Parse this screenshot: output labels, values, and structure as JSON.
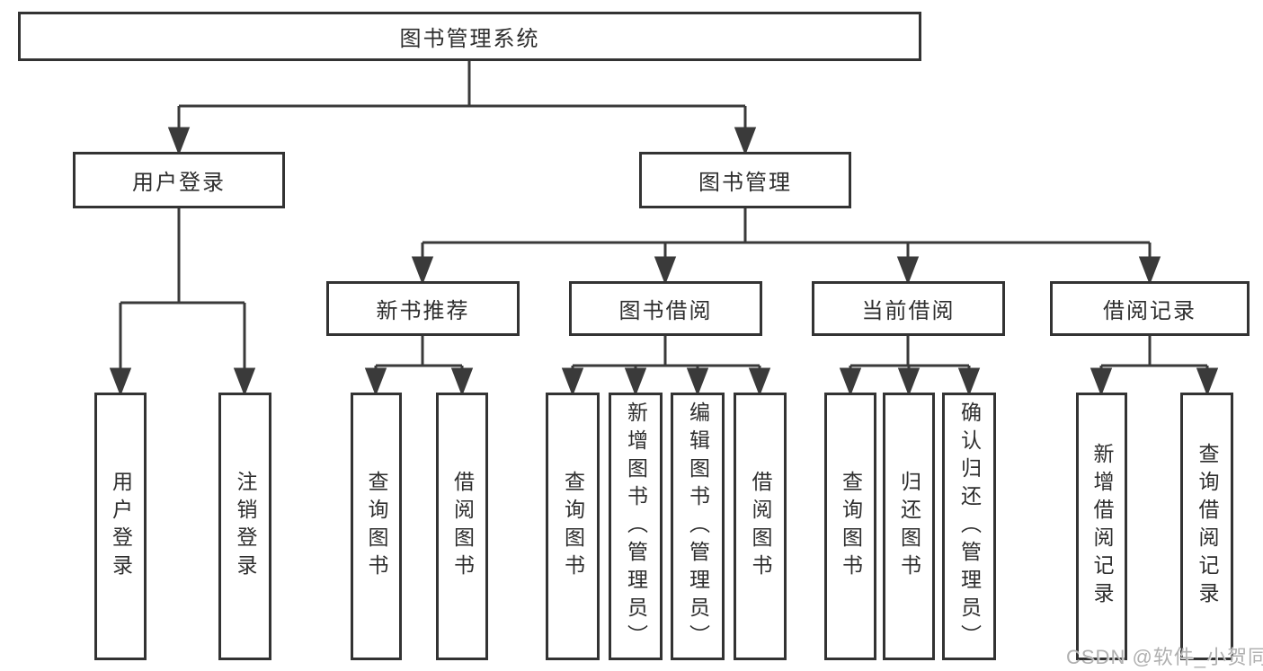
{
  "diagram": {
    "root": {
      "label": "图书管理系统"
    },
    "level2": [
      {
        "label": "用户登录"
      },
      {
        "label": "图书管理"
      }
    ],
    "level3": [
      {
        "label": "新书推荐"
      },
      {
        "label": "图书借阅"
      },
      {
        "label": "当前借阅"
      },
      {
        "label": "借阅记录"
      }
    ],
    "leaves": {
      "g1": [
        {
          "label": "用户登录"
        },
        {
          "label": "注销登录"
        }
      ],
      "g2": [
        {
          "label": "查询图书"
        },
        {
          "label": "借阅图书"
        }
      ],
      "g3": [
        {
          "label": "查询图书"
        },
        {
          "label": "新增图书（管理员）"
        },
        {
          "label": "编辑图书（管理员）"
        },
        {
          "label": "借阅图书"
        }
      ],
      "g4": [
        {
          "label": "查询图书"
        },
        {
          "label": "归还图书"
        },
        {
          "label": "确认归还（管理员）"
        }
      ],
      "g5": [
        {
          "label": "新增借阅记录"
        },
        {
          "label": "查询借阅记录"
        }
      ]
    }
  },
  "watermark": {
    "text": "CSDN @软件_小贺同学"
  },
  "colors": {
    "line": "#3a3a3a",
    "border": "#333333",
    "text": "#2e2e2e",
    "watermark": "#b0b0b0",
    "background": "#ffffff"
  }
}
